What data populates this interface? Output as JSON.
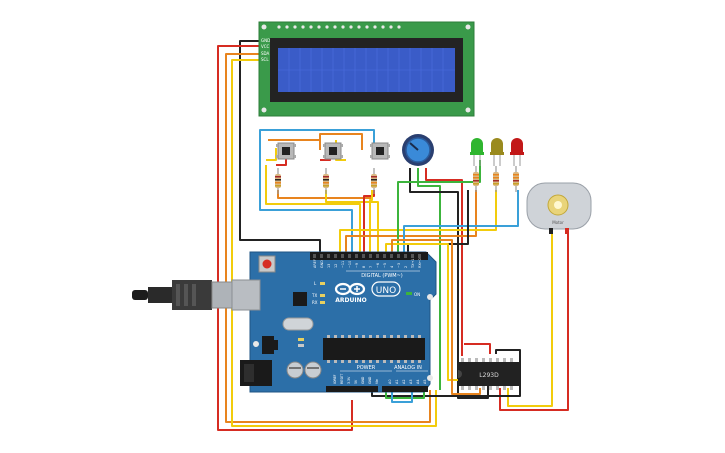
{
  "lcd": {
    "pins": [
      "GND",
      "VCC",
      "SDA",
      "SCL"
    ]
  },
  "arduino": {
    "header_top": [
      "AREF",
      "GND",
      "13",
      "12",
      "~11",
      "~10",
      "~9",
      "8",
      "7",
      "~6",
      "~5",
      "4",
      "~3",
      "2",
      "TX→1",
      "RX←0"
    ],
    "digital_label": "DIGITAL (PWM~)",
    "tx": "TX",
    "rx": "RX",
    "l": "L",
    "brand": "ARDUINO",
    "model": "UNO",
    "on": "ON",
    "power_label": "POWER",
    "analog_label": "ANALOG IN",
    "power_pins": [
      "IOREF",
      "RESET",
      "3.3V",
      "5V",
      "GND",
      "GND",
      "Vin"
    ],
    "analog_pins": [
      "A0",
      "A1",
      "A2",
      "A3",
      "A4",
      "A5"
    ]
  },
  "driver": {
    "label": "L293D"
  },
  "motor": {
    "label": "Motor"
  },
  "leds": [
    {
      "color": "#2fb52f"
    },
    {
      "color": "#9a8a1e"
    },
    {
      "color": "#c21818"
    }
  ],
  "colors": {
    "board": "#2c6fa8",
    "lcd_pcb": "#3a9a4a",
    "lcd_screen": "#3a5cc8",
    "wire_red": "#d62c22",
    "wire_orange": "#e8841e",
    "wire_yellow": "#f2cc0c",
    "wire_blue": "#3aa0d8",
    "wire_green": "#3cb43c",
    "wire_black": "#222222"
  }
}
